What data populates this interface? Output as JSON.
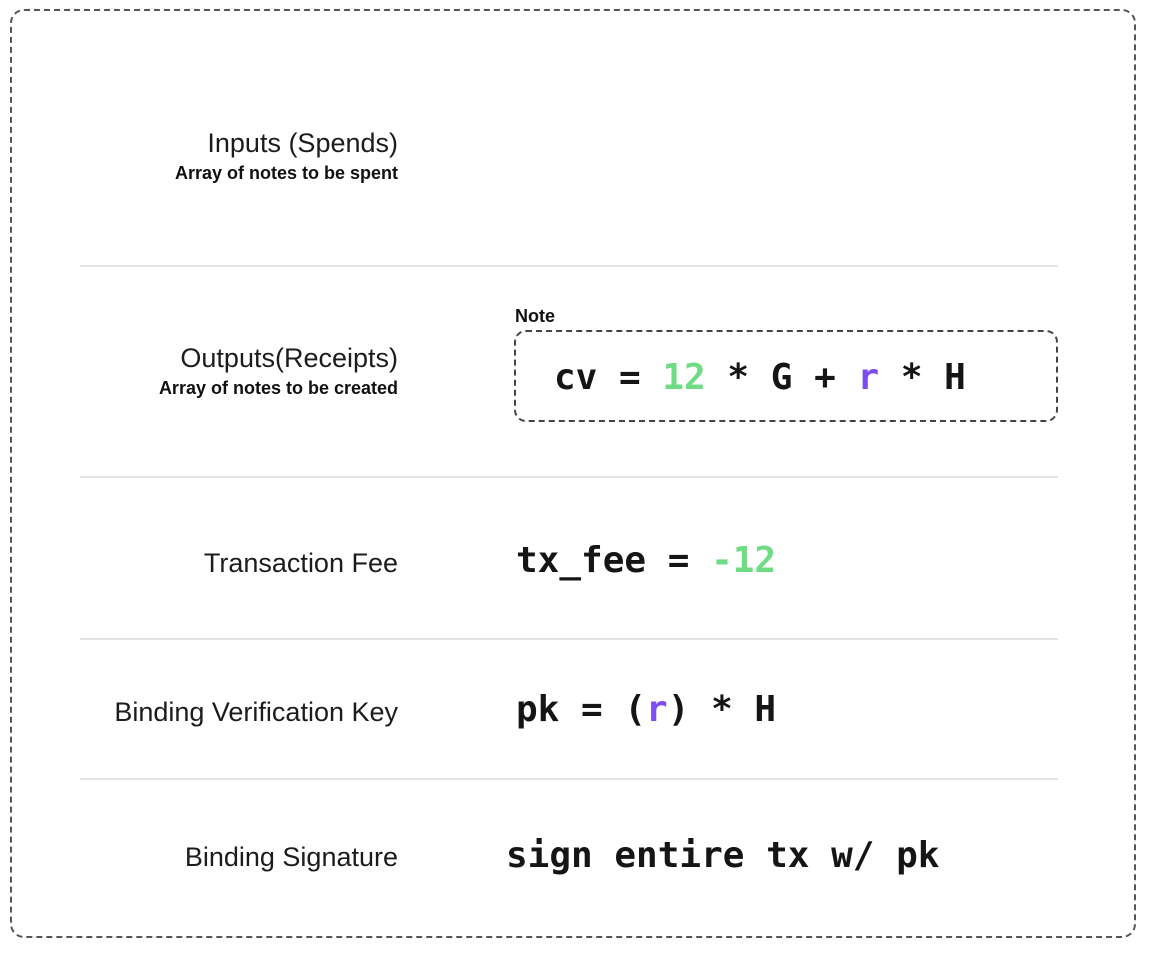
{
  "rows": {
    "inputs": {
      "label": "Inputs (Spends)",
      "sublabel": "Array of notes to be spent"
    },
    "outputs": {
      "label": "Outputs(Receipts)",
      "sublabel": "Array of notes to be created",
      "note_title": "Note",
      "formula": {
        "lhs": "cv = ",
        "value": "12",
        "mid": " * G + ",
        "blind": "r",
        "tail": " * H"
      }
    },
    "fee": {
      "label": "Transaction Fee",
      "formula": {
        "lhs": "tx_fee = ",
        "value": "-12"
      }
    },
    "bvk": {
      "label": "Binding Verification Key",
      "formula": {
        "lhs": "pk = (",
        "blind": "r",
        "tail": ") * H"
      }
    },
    "sig": {
      "label": "Binding Signature",
      "formula": {
        "text": "sign entire tx w/ pk"
      }
    }
  },
  "colors": {
    "value_green": "#6fdc84",
    "blind_purple": "#7e4cf0"
  }
}
